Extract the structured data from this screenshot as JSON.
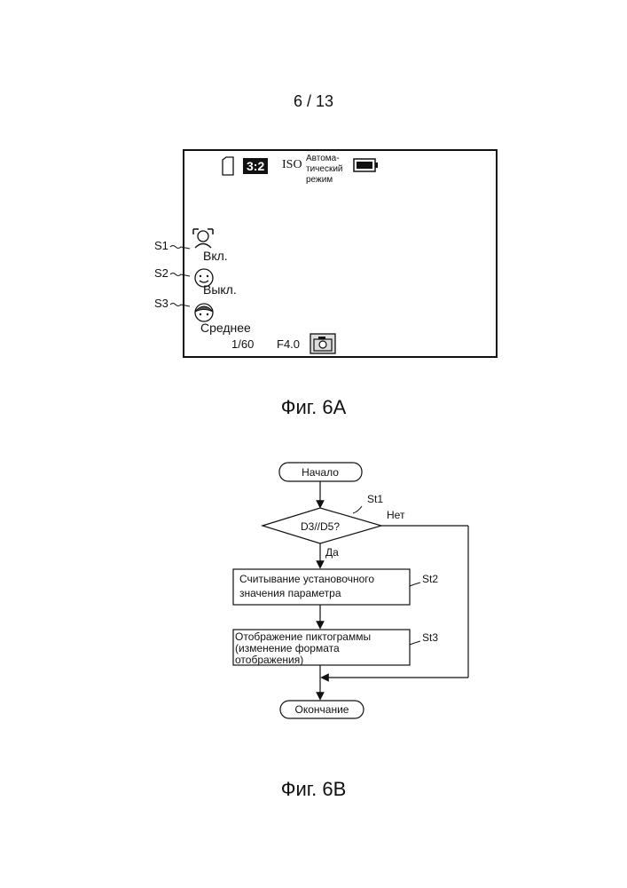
{
  "page_number": "6 / 13",
  "fig_a": {
    "ratio": "3:2",
    "iso": "ISO",
    "mode_lines": [
      "Автома-",
      "тический",
      "режим"
    ],
    "settings": [
      {
        "tag": "S1",
        "label": "Вкл."
      },
      {
        "tag": "S2",
        "label": "Выкл."
      },
      {
        "tag": "S3",
        "label": "Среднее"
      }
    ],
    "shutter": "1/60",
    "aperture": "F4.0",
    "caption": "Фиг. 6A"
  },
  "fig_b": {
    "start": "Начало",
    "decision": "D3//D5?",
    "decision_tag": "St1",
    "no": "Нет",
    "yes": "Да",
    "step2_lines": [
      "Считывание установочного",
      "значения параметра"
    ],
    "step2_tag": "St2",
    "step3_lines": [
      "Отображение пиктограммы",
      "(изменение формата",
      "отображения)"
    ],
    "step3_tag": "St3",
    "end": "Окончание",
    "caption": "Фиг. 6B"
  }
}
